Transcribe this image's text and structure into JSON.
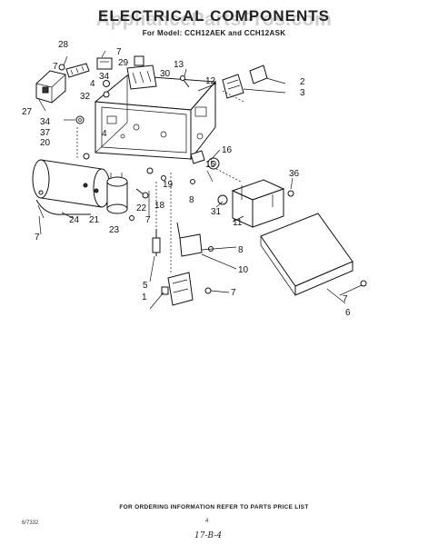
{
  "header": {
    "title": "ELECTRICAL COMPONENTS",
    "model_line": "For Model: CCH12AEK and CCH12ASK",
    "watermark": "AppliancePartsPros.com"
  },
  "footer": {
    "ordering_note": "FOR ORDERING INFORMATION REFER TO PARTS PRICE LIST",
    "doc_code": "6/7332",
    "page_number": "4",
    "handwritten_note": "17-B-4"
  },
  "callouts": [
    "1",
    "2",
    "3",
    "4",
    "5",
    "6",
    "7",
    "8",
    "10",
    "11",
    "12",
    "13",
    "15",
    "16",
    "18",
    "19",
    "20",
    "21",
    "22",
    "23",
    "24",
    "27",
    "28",
    "29",
    "30",
    "31",
    "32",
    "34",
    "36",
    "37"
  ]
}
